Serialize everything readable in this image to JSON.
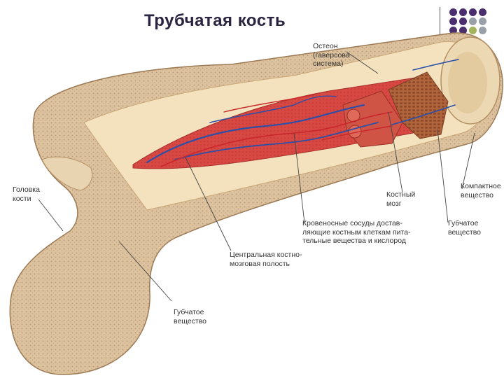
{
  "title": "Трубчатая кость",
  "labels": {
    "osteon": "Остеон\n(гаверсова\nсистема)",
    "head": "Головка\nкости",
    "marrow": "Костный\nмозг",
    "compact": "Компактное\nвещество",
    "vessels": "Кровеносные сосуды достав-\nляющие костным клеткам пита-\nтельные вещества и кислород",
    "spongy_right": "Губчатое\nвещество",
    "cavity": "Центральная костно-\nмозговая полость",
    "spongy_left": "Губчатое\nвещество"
  },
  "colors": {
    "title": "#2a2440",
    "accent_purple": "#4b2e6e",
    "accent_gray": "#9aa0a8",
    "accent_green": "#a3b35c",
    "bone": "#d9bf9a",
    "bone_shadow": "#c4a47a",
    "compact": "#f3e2bd",
    "marrow": "#d94a45",
    "vessel_blue": "#2c4fa8",
    "vessel_red": "#c9262b"
  },
  "decor_dots": [
    "purple",
    "purple",
    "purple",
    "purple",
    "purple",
    "purple",
    "gray",
    "gray",
    "purple",
    "purple",
    "green",
    "gray"
  ]
}
